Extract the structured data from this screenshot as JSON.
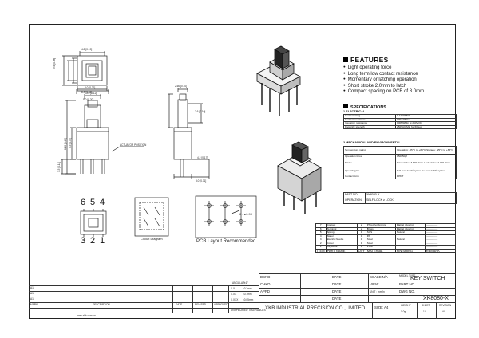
{
  "features": {
    "heading": "FEATURES",
    "items": [
      "Light operating force",
      "Long term low contact resistance",
      "Momentary or latching operation",
      "Short stroke 2.0mm to latch",
      "Compact spacing on PCB of  8.0mm"
    ]
  },
  "specifications": {
    "heading": "SPECIFICATIONS",
    "electrical_title": "1.ELECTRICAL",
    "electrical_rows": [
      [
        "Contact rating",
        "0.1A  30VDC"
      ],
      [
        "Contact resistance",
        "100mΩMax"
      ],
      [
        "Insulation resistance",
        "100MΩMin  at 250VDC"
      ],
      [
        "Dielectric strength",
        "250VAC Min  for 60 sec"
      ]
    ],
    "mech_title": "2.MECHANICAL AND ENVIRONMENTAL",
    "mech_rows": [
      [
        "Temperature rating",
        "Operating: -25°C to +85°C  Storage: -25°C to +85°C"
      ],
      [
        "Operation force",
        "150±50gf"
      ],
      [
        "Stroke",
        "Total stroke: 3.5±0.3mm  Lock stroke: 2.0±0.3mm"
      ],
      [
        "Operating life",
        "Full load 1x10⁴ cycles  No load 1x10⁴ cycles"
      ],
      [
        "Contact form",
        "DPDT"
      ]
    ],
    "part_no_label": "PART NO.",
    "part_no_value": "XK8080-X",
    "operation_label": "OPERATION",
    "operation_value": "SELF-LOCK  ≥ LOCK"
  },
  "bom": {
    "rows": [
      [
        "7",
        "Contact",
        "2",
        "Phosphor bronze",
        "Plating silvering",
        "--------------"
      ],
      [
        "6",
        "Terminal",
        "2",
        "Brass",
        "Plating silvering",
        "--------------"
      ],
      [
        "5",
        "Spring",
        "1",
        "SUS",
        "Natural",
        "--------------"
      ],
      [
        "4",
        "Stator",
        "1",
        "PA",
        "",
        "--------------"
      ],
      [
        "3",
        "Electric Needle",
        "1",
        "Steel",
        "Natural",
        "--------------"
      ],
      [
        "2",
        "Cover",
        "1",
        "Steel",
        "",
        "--------------"
      ],
      [
        "1",
        "Keystone",
        "1",
        "POM",
        "",
        "--------------"
      ]
    ],
    "header": [
      "ITEM",
      "PART NAME",
      "QTY",
      "MATERIAL",
      "FINISHING",
      "REMARK"
    ]
  },
  "title_block": {
    "dsnd": "DSND",
    "date": "DATE",
    "scale": "SCALE:N/A",
    "model_type": "MODEL TYPE",
    "model_value": "KEY SWITCH",
    "chkd": "CHKD",
    "view": "VIEW",
    "part_no": "PART NO.",
    "appd": "APPD",
    "unit": "UNIT : mm/in",
    "dwg_no": "DWG NO.",
    "dwg_value": "XK8080-X",
    "company": "XKB INDUSTRIAL PRECISION CO.,LIMITED",
    "size": "SIZE: A4",
    "weight_label": "WEIGHT",
    "weight_value": "1.0g",
    "sheet_label": "SHEET",
    "sheet_value": "1/1",
    "revision_label": "REVISION",
    "revision_value": "A0",
    "tolerances_label": "ANGULAR",
    "tol_rows": [
      [
        "X.X",
        "±0.2mm"
      ],
      [
        "X.XX",
        "±0.1mm"
      ],
      [
        "X.XXX",
        "±0.05mm"
      ]
    ],
    "tol_angle": "±1°",
    "untitled": "UNSPECIFIED TOLERANCES",
    "rev_rows": [
      "A1",
      "A1",
      "A1"
    ],
    "rev_header": [
      "MARK",
      "DESCRIPTION",
      "DATE",
      "REVISED",
      "APPROVED"
    ],
    "footer_left": "www.xkb.com.cn"
  },
  "drawing_labels": {
    "circuit": "Circuit Diagram",
    "pcb": "PCB Layout Recommended",
    "pcb_hole": "6 - ø0.90",
    "pins_top": [
      "6",
      "5",
      "4"
    ],
    "pins_bottom": [
      "3",
      "2",
      "1"
    ],
    "dims": {
      "top_w": "4.8 [0.19]",
      "top_w2": "8.0 [0.31]",
      "side_h": "9.6 [0.38]",
      "front_1": "3.0 [0.12]",
      "front_2": "5.0 [0.20]",
      "front_3": "8.0 [0.31]",
      "side_1": "2.60 [0.10]",
      "side_2": "2.6 [0.10]",
      "side_3": "4.2 [0.17]",
      "side_4": "8.0 [0.31]",
      "front_h1": "11.0 [0.43]",
      "front_h2": "9.5 [0.37]",
      "front_h3": "3.5 [0.14]",
      "note": "ACTUATOR POSITION"
    }
  }
}
